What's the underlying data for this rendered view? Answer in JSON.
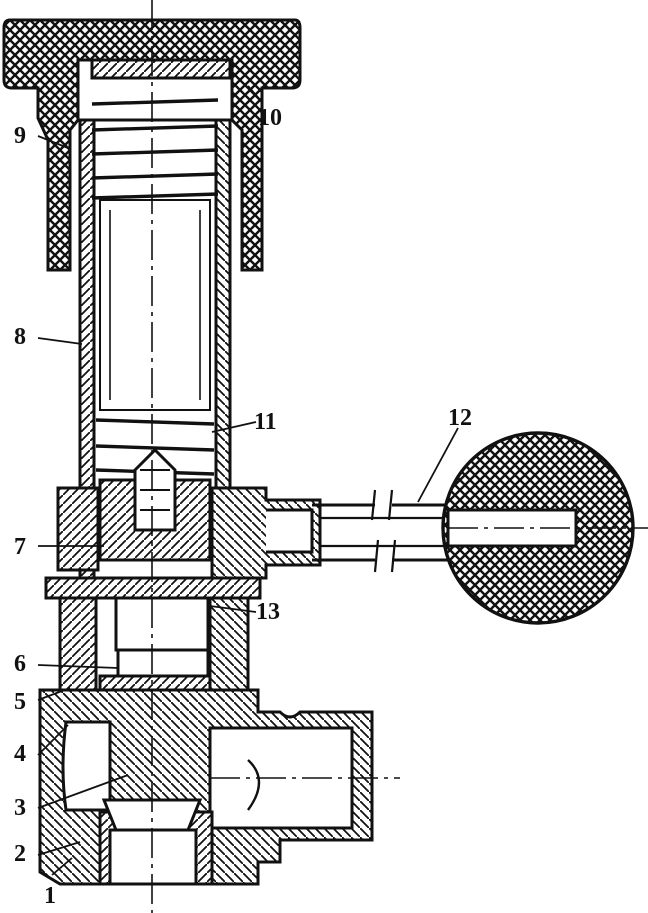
{
  "diagram": {
    "colors": {
      "ink": "#111111",
      "paper": "#ffffff"
    },
    "part_numbers": [
      "1",
      "2",
      "3",
      "4",
      "5",
      "6",
      "7",
      "8",
      "9",
      "10",
      "11",
      "12",
      "13"
    ]
  }
}
